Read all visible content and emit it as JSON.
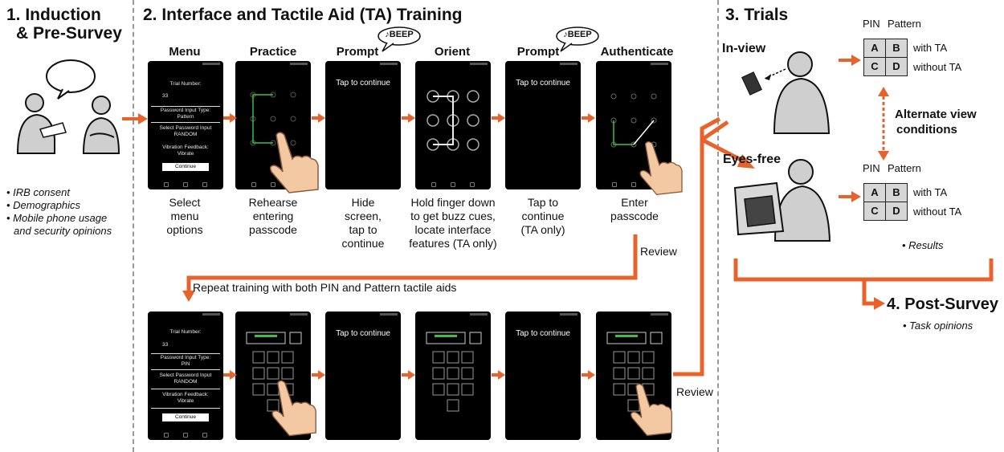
{
  "sections": {
    "s1_title_line1": "1. Induction",
    "s1_title_line2": "& Pre-Survey",
    "s2_title": "2. Interface and Tactile Aid (TA) Training",
    "s3_title": "3. Trials",
    "s4_title": "4. Post-Survey"
  },
  "induction_bullets": [
    "• IRB consent",
    "• Demographics",
    "• Mobile phone usage",
    "and security opinions"
  ],
  "steps": [
    {
      "title": "Menu",
      "caption": [
        "Select",
        "menu",
        "options"
      ]
    },
    {
      "title": "Practice",
      "caption": [
        "Rehearse",
        "entering",
        "passcode"
      ]
    },
    {
      "title": "Prompt",
      "caption": [
        "Hide",
        "screen,",
        "tap to",
        "continue"
      ]
    },
    {
      "title": "Orient",
      "caption": [
        "Hold finger down",
        "to get buzz cues,",
        "locate interface",
        "features (TA only)"
      ]
    },
    {
      "title": "Prompt",
      "caption": [
        "Tap to",
        "continue",
        "(TA only)"
      ]
    },
    {
      "title": "Authenticate",
      "caption": [
        "Enter",
        "passcode"
      ]
    }
  ],
  "beep_label": "♪BEEP",
  "review_label": "Review",
  "repeat_label": "Repeat training with both PIN and Pattern tactile aids",
  "tap_to_continue": "Tap to continue",
  "menu_screen_top": {
    "trial_number_label": "Trial Number:",
    "trial_number_value": "33",
    "pw_input_type_label": "Password Input Type:",
    "pw_input_type_value": "Pattern",
    "select_pw_input_label": "Select Password Input",
    "select_pw_input_value": "RANDOM",
    "vibration_label": "Vibration Feedback:",
    "vibration_value": "Vibrate",
    "continue_button": "Continue"
  },
  "menu_screen_bottom": {
    "trial_number_label": "Trial Number:",
    "trial_number_value": "33",
    "pw_input_type_label": "Password Input Type:",
    "pw_input_type_value": "PIN",
    "select_pw_input_label": "Select Password Input",
    "select_pw_input_value": "RANDOM",
    "vibration_label": "Vibration Feedback:",
    "vibration_value": "Vibrate",
    "continue_button": "Continue"
  },
  "trials": {
    "inview_label": "In-view",
    "eyesfree_label": "Eyes-free",
    "pin_header": "PIN",
    "pattern_header": "Pattern",
    "with_ta": "with TA",
    "without_ta": "without TA",
    "cells": [
      "A",
      "B",
      "C",
      "D"
    ],
    "alternate_line1": "Alternate view",
    "alternate_line2": "conditions",
    "results": "• Results"
  },
  "post_survey_bullet": "• Task opinions",
  "colors": {
    "accent": "#e8632b",
    "dash": "#9a9a9a",
    "pattern_green": "#3fbf3f"
  }
}
